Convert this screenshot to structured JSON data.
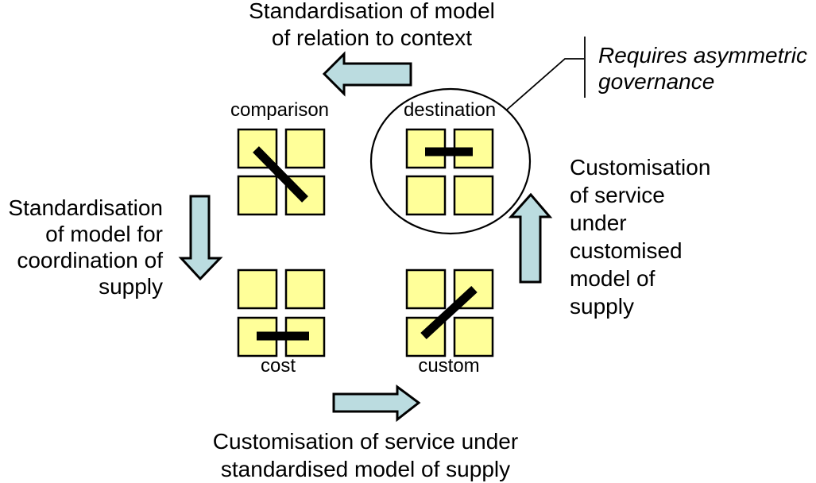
{
  "colors": {
    "square_fill": "#FFFF99",
    "arrow_fill": "#BBDCE0",
    "bar_color": "#000000",
    "outline": "#000000",
    "background": "#FFFFFF"
  },
  "labels": {
    "top": "Standardisation of model\nof relation to context",
    "left": "Standardisation\nof model for\ncoordination of\nsupply",
    "right": "Customisation\nof service\nunder\ncustomised\nmodel of\nsupply",
    "bottom": "Customisation of service under\nstandardised model of supply",
    "annotation": "Requires asymmetric\ngovernance"
  },
  "quadrants": {
    "comparison": {
      "label": "comparison",
      "bar": "diagonal-top-left-to-bottom-right"
    },
    "destination": {
      "label": "destination",
      "bar": "horizontal-top-row",
      "circled": true
    },
    "cost": {
      "label": "cost",
      "bar": "horizontal-bottom-row"
    },
    "custom": {
      "label": "custom",
      "bar": "diagonal-bottom-left-to-top-right"
    }
  },
  "icons": {
    "arrow_top": "left-arrow",
    "arrow_left": "down-arrow",
    "arrow_bottom": "right-arrow",
    "arrow_right": "up-arrow"
  }
}
